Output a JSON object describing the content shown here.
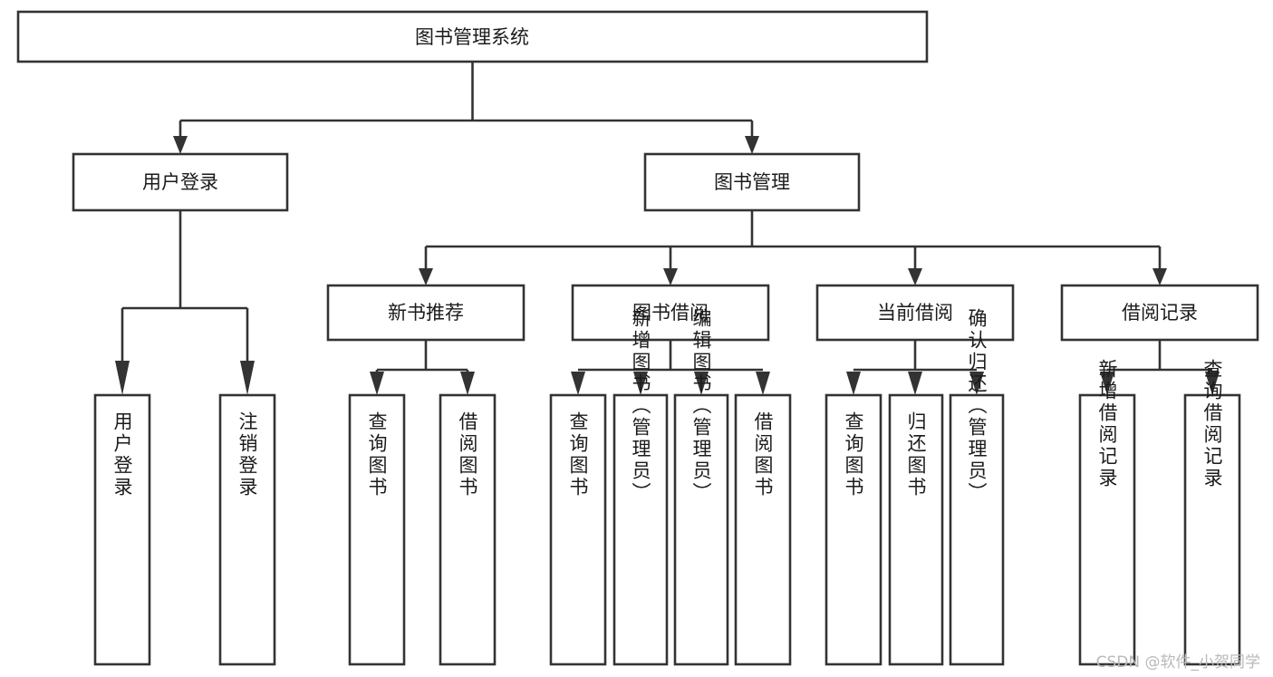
{
  "diagram": {
    "type": "tree-hierarchy-chart",
    "title": "图书管理系统",
    "levels": {
      "root": {
        "label": "图书管理系统"
      },
      "level2": [
        {
          "id": "user-login",
          "label": "用户登录"
        },
        {
          "id": "book-management",
          "label": "图书管理"
        }
      ],
      "level3": [
        {
          "id": "new-book-recommend",
          "label": "新书推荐",
          "parent": "book-management"
        },
        {
          "id": "book-borrow",
          "label": "图书借阅",
          "parent": "book-management"
        },
        {
          "id": "current-borrow",
          "label": "当前借阅",
          "parent": "book-management"
        },
        {
          "id": "borrow-record",
          "label": "借阅记录",
          "parent": "book-management"
        }
      ],
      "leaves": [
        {
          "id": "leaf-user-login",
          "label": "用户登录",
          "parent": "user-login"
        },
        {
          "id": "leaf-logout-login",
          "label": "注销登录",
          "parent": "user-login"
        },
        {
          "id": "leaf-query-book-1",
          "label": "查询图书",
          "parent": "new-book-recommend"
        },
        {
          "id": "leaf-borrow-book-1",
          "label": "借阅图书",
          "parent": "new-book-recommend"
        },
        {
          "id": "leaf-query-book-2",
          "label": "查询图书",
          "parent": "book-borrow"
        },
        {
          "id": "leaf-add-book",
          "label": "新增图书（管理员）",
          "parent": "book-borrow"
        },
        {
          "id": "leaf-edit-book",
          "label": "编辑图书（管理员）",
          "parent": "book-borrow"
        },
        {
          "id": "leaf-borrow-book-2",
          "label": "借阅图书",
          "parent": "book-borrow"
        },
        {
          "id": "leaf-query-book-3",
          "label": "查询图书",
          "parent": "current-borrow"
        },
        {
          "id": "leaf-return-book",
          "label": "归还图书",
          "parent": "current-borrow"
        },
        {
          "id": "leaf-confirm-return",
          "label": "确认归还（管理员）",
          "parent": "current-borrow"
        },
        {
          "id": "leaf-add-record",
          "label": "新增借阅记录",
          "parent": "borrow-record"
        },
        {
          "id": "leaf-query-record",
          "label": "查询借阅记录",
          "parent": "borrow-record"
        }
      ]
    },
    "colors": {
      "stroke": "#333333",
      "fill": "#ffffff",
      "text": "#1b1b1b",
      "watermark": "#b9b9b9"
    }
  },
  "watermark": {
    "text": "CSDN @软件_小贺同学"
  }
}
